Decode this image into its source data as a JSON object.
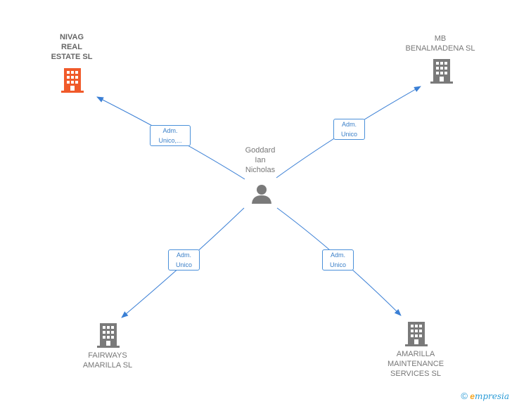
{
  "colors": {
    "edge": "#3a7fd5",
    "building_highlight": "#f05a2a",
    "building_default": "#7a7a7a",
    "person": "#7a7a7a"
  },
  "center": {
    "name_lines": [
      "Goddard",
      "Ian",
      "Nicholas"
    ],
    "icon": "person-icon"
  },
  "companies": [
    {
      "id": "nivag",
      "name_lines": [
        "NIVAG",
        "REAL",
        "ESTATE  SL"
      ],
      "icon": "building-icon",
      "highlight": true
    },
    {
      "id": "mb",
      "name_lines": [
        "MB",
        "BENALMADENA SL"
      ],
      "icon": "building-icon",
      "highlight": false
    },
    {
      "id": "fairways",
      "name_lines": [
        "FAIRWAYS",
        "AMARILLA SL"
      ],
      "icon": "building-icon",
      "highlight": false
    },
    {
      "id": "amarilla",
      "name_lines": [
        "AMARILLA",
        "MAINTENANCE",
        "SERVICES SL"
      ],
      "icon": "building-icon",
      "highlight": false
    }
  ],
  "relations": [
    {
      "to": "nivag",
      "label_lines": [
        "Adm.",
        "Unico,..."
      ]
    },
    {
      "to": "mb",
      "label_lines": [
        "Adm.",
        "Unico"
      ]
    },
    {
      "to": "fairways",
      "label_lines": [
        "Adm.",
        "Unico"
      ]
    },
    {
      "to": "amarilla",
      "label_lines": [
        "Adm.",
        "Unico"
      ]
    }
  ],
  "footer": {
    "copyright_symbol": "©",
    "brand_initial": "e",
    "brand_rest": "mpresia"
  }
}
